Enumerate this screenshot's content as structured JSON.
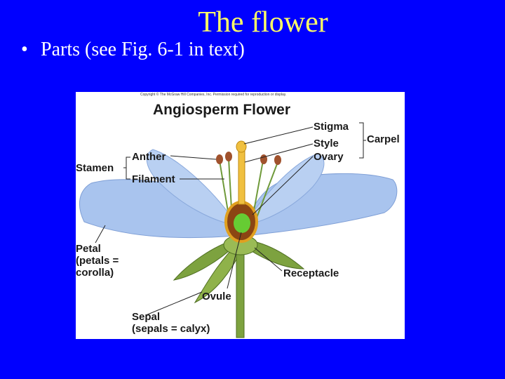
{
  "slide": {
    "title": "The flower",
    "bullet_mark": "•",
    "bullet_text": "Parts (see Fig. 6-1 in text)"
  },
  "colors": {
    "background": "#0000ff",
    "title": "#ffff66",
    "body_text": "#ffffff"
  },
  "figure": {
    "copyright": "Copyright © The McGraw Hill Companies, Inc. Permission required for reproduction or display.",
    "title": "Angiosperm Flower",
    "labels": {
      "stigma": "Stigma",
      "style": "Style",
      "ovary": "Ovary",
      "carpel": "Carpel",
      "anther": "Anther",
      "stamen": "Stamen",
      "filament": "Filament",
      "petal": "Petal\n(petals =\ncorolla)",
      "receptacle": "Receptacle",
      "ovule": "Ovule",
      "sepal": "Sepal\n(sepals = calyx)"
    }
  }
}
